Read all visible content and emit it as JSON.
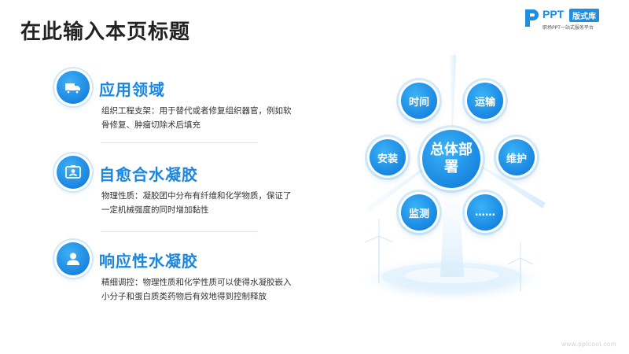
{
  "page": {
    "title": "在此输入本页标题"
  },
  "logo": {
    "ppt": "PPT",
    "badge": "版式库",
    "tagline": "职场PPT一站式服务平台"
  },
  "features": [
    {
      "icon": "truck-icon",
      "heading": "应用领域",
      "desc": "组织工程支架：用于替代或者修复组织器官，例如软骨修复、肿瘤切除术后填充"
    },
    {
      "icon": "id-card-icon",
      "heading": "自愈合水凝胶",
      "desc": "物理性质：凝胶团中分布有纤维和化学物质，保证了一定机械强度的同时增加黏性"
    },
    {
      "icon": "user-icon",
      "heading": "响应性水凝胶",
      "desc": "精细调控：物理性质和化学性质可以使得水凝胶嵌入小分子和蛋白质类药物后有效地得到控制释放"
    }
  ],
  "diagram": {
    "center": "总体部署",
    "nodes": {
      "time": "时间",
      "transport": "运输",
      "install": "安装",
      "maintain": "维护",
      "monitor": "监测",
      "more": "……"
    }
  },
  "watermark": "www.pptcool.com",
  "colors": {
    "accent": "#1a86df",
    "title": "#222222",
    "text": "#333333"
  }
}
